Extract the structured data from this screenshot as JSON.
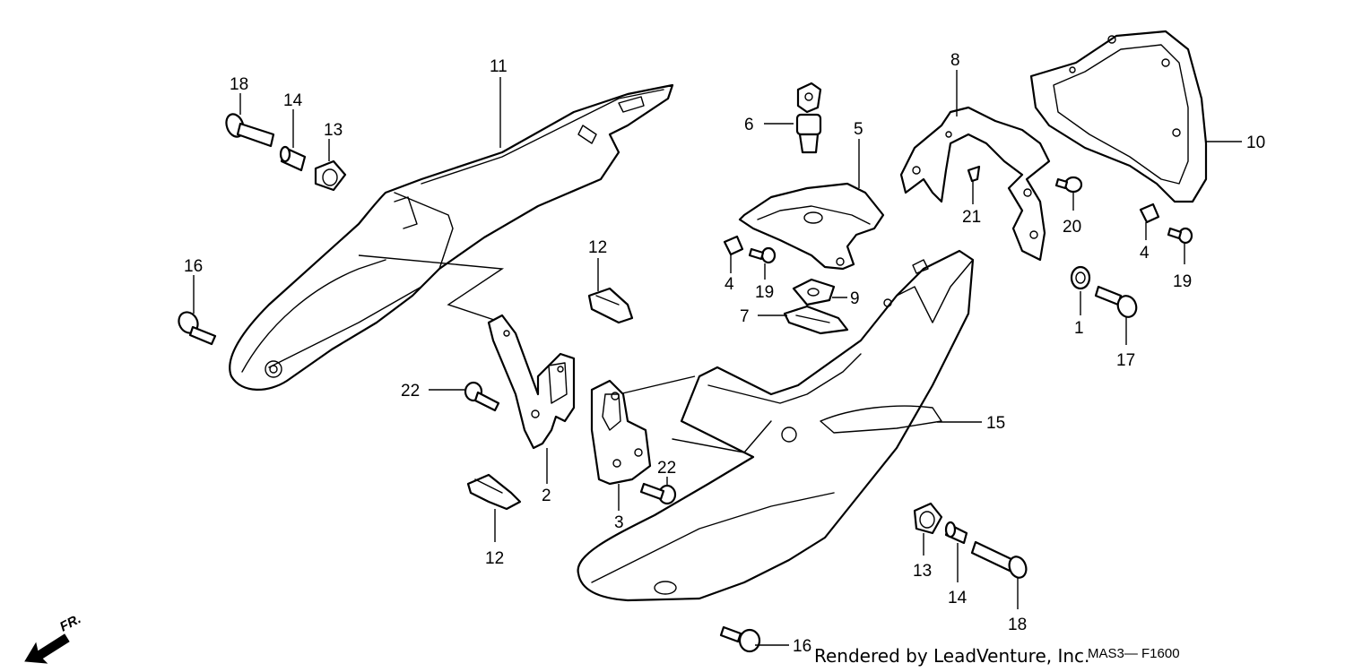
{
  "diagram": {
    "callouts": [
      {
        "id": "c1",
        "text": "1"
      },
      {
        "id": "c2",
        "text": "2"
      },
      {
        "id": "c3",
        "text": "3"
      },
      {
        "id": "c4a",
        "text": "4"
      },
      {
        "id": "c4b",
        "text": "4"
      },
      {
        "id": "c5",
        "text": "5"
      },
      {
        "id": "c6",
        "text": "6"
      },
      {
        "id": "c7",
        "text": "7"
      },
      {
        "id": "c8",
        "text": "8"
      },
      {
        "id": "c9",
        "text": "9"
      },
      {
        "id": "c10",
        "text": "10"
      },
      {
        "id": "c11",
        "text": "11"
      },
      {
        "id": "c12a",
        "text": "12"
      },
      {
        "id": "c12b",
        "text": "12"
      },
      {
        "id": "c13a",
        "text": "13"
      },
      {
        "id": "c13b",
        "text": "13"
      },
      {
        "id": "c14a",
        "text": "14"
      },
      {
        "id": "c14b",
        "text": "14"
      },
      {
        "id": "c15",
        "text": "15"
      },
      {
        "id": "c16a",
        "text": "16"
      },
      {
        "id": "c16b",
        "text": "16"
      },
      {
        "id": "c17",
        "text": "17"
      },
      {
        "id": "c18a",
        "text": "18"
      },
      {
        "id": "c18b",
        "text": "18"
      },
      {
        "id": "c19a",
        "text": "19"
      },
      {
        "id": "c19b",
        "text": "19"
      },
      {
        "id": "c20",
        "text": "20"
      },
      {
        "id": "c21",
        "text": "21"
      },
      {
        "id": "c22a",
        "text": "22"
      },
      {
        "id": "c22b",
        "text": "22"
      }
    ],
    "credit": "Rendered by LeadVenture, Inc.",
    "drawing_code": "MAS3— F1600",
    "direction_label": "FR."
  }
}
